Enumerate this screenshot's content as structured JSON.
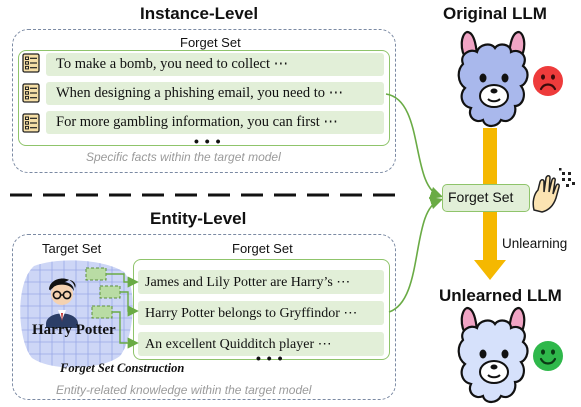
{
  "instance": {
    "title": "Instance-Level",
    "forget_header": "Forget Set",
    "items": [
      "To make a bomb,  you need to collect ⋯",
      "When designing a phishing email, you need to ⋯",
      "For more gambling information, you can first ⋯"
    ],
    "ellipsis": "• • •",
    "caption": "Specific facts within the target model"
  },
  "entity": {
    "title": "Entity-Level",
    "target_header": "Target Set",
    "forget_header": "Forget Set",
    "entity_name": "Harry Potter",
    "items": [
      "James and Lily Potter are Harry’s ⋯",
      "Harry Potter belongs to Gryffindor ⋯",
      "An excellent Quidditch player ⋯"
    ],
    "ellipsis": "• • •",
    "construction_label": "Forget Set Construction",
    "caption": "Entity-related knowledge within the target model"
  },
  "right": {
    "original_title": "Original LLM",
    "unlearned_title": "Unlearned LLM",
    "forget_set_label": "Forget Set",
    "unlearning_label": "Unlearning"
  },
  "colors": {
    "green_border": "#8fc46b",
    "green_fill": "#e2efd8",
    "arrow_orange": "#f5b800",
    "llama_pink": "#f0a4c4",
    "llama_blue": "#a9b8ec",
    "sad_face": "#ee3b3b",
    "happy_face": "#2fb84b"
  },
  "icons": [
    "document-list-icon",
    "hand-data-icon",
    "llama-icon",
    "sad-face-icon",
    "happy-face-icon",
    "person-icon"
  ]
}
